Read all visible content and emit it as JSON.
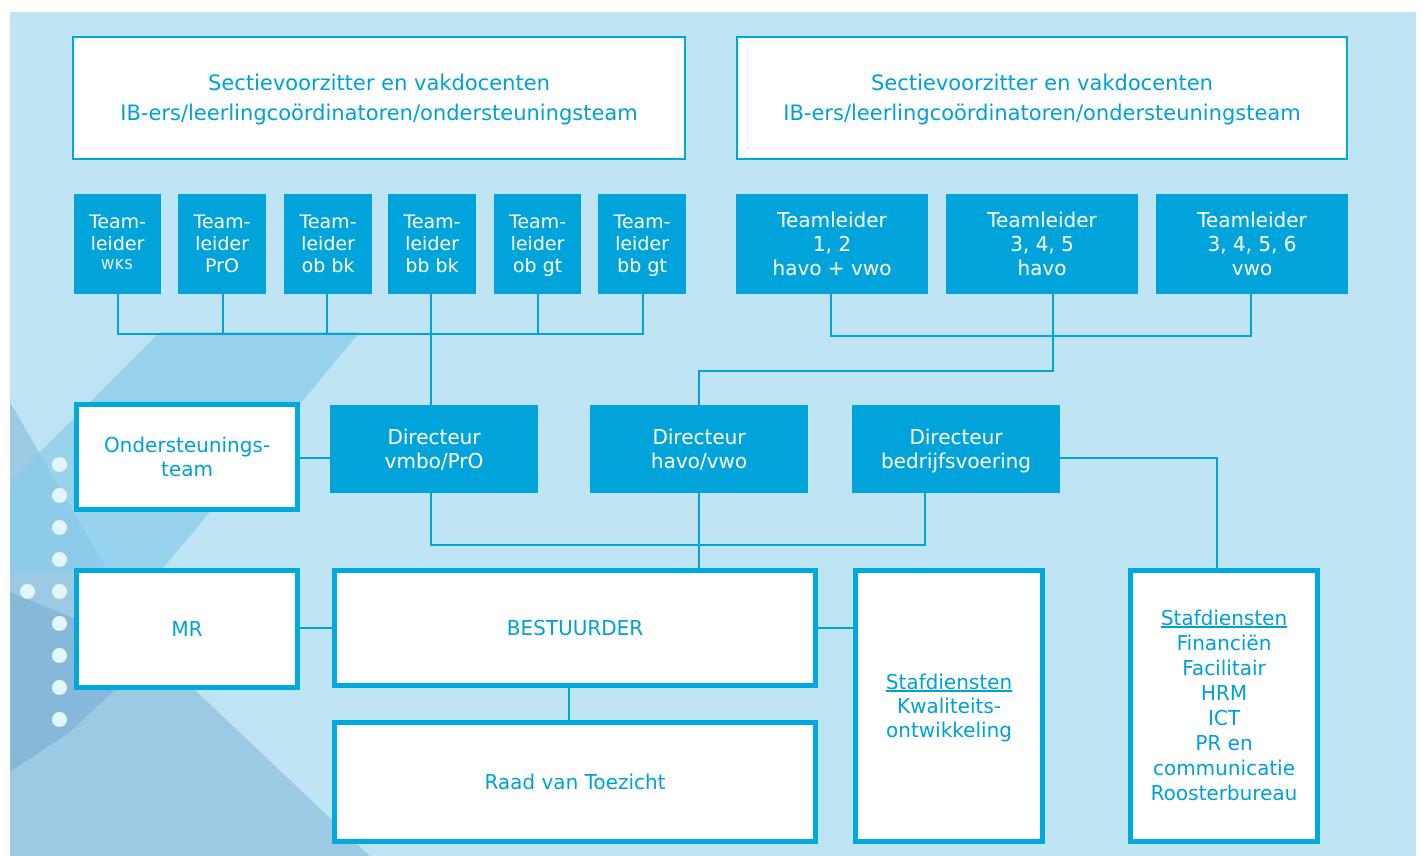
{
  "colors": {
    "background": "#bfe5f4",
    "box_blue": "#00a3da",
    "text_blue": "#00a0d8",
    "white": "#ffffff",
    "accent_green": "#8dc63f"
  },
  "top_boxes": [
    {
      "line1": "Sectievoorzitter en vakdocenten",
      "line2": "IB-ers/leerlingcoördinatoren/ondersteuningsteam"
    },
    {
      "line1": "Sectievoorzitter en vakdocenten",
      "line2": "IB-ers/leerlingcoördinatoren/ondersteuningsteam"
    }
  ],
  "teamleaders_left": [
    {
      "l1": "Team-",
      "l2": "leider",
      "l3": "WKS"
    },
    {
      "l1": "Team-",
      "l2": "leider",
      "l3": "PrO"
    },
    {
      "l1": "Team-",
      "l2": "leider",
      "l3": "ob bk"
    },
    {
      "l1": "Team-",
      "l2": "leider",
      "l3": "bb bk"
    },
    {
      "l1": "Team-",
      "l2": "leider",
      "l3": "ob gt"
    },
    {
      "l1": "Team-",
      "l2": "leider",
      "l3": "bb gt"
    }
  ],
  "teamleaders_right": [
    {
      "l1": "Teamleider",
      "l2": "1, 2",
      "l3": "havo + vwo"
    },
    {
      "l1": "Teamleider",
      "l2": "3, 4, 5",
      "l3": "havo"
    },
    {
      "l1": "Teamleider",
      "l2": "3, 4, 5, 6",
      "l3": "vwo"
    }
  ],
  "ondersteuningsteam": {
    "l1": "Ondersteunings-",
    "l2": "team"
  },
  "directors": [
    {
      "l1": "Directeur",
      "l2": "vmbo/PrO"
    },
    {
      "l1": "Directeur",
      "l2": "havo/vwo"
    },
    {
      "l1": "Directeur",
      "l2": "bedrijfsvoering"
    }
  ],
  "mr": "MR",
  "bestuurder": "BESTUURDER",
  "raad": "Raad van Toezicht",
  "stafdiensten_kwaliteit": {
    "title": "Stafdiensten",
    "l1": "Kwaliteits-",
    "l2": "ontwikkeling"
  },
  "stafdiensten_right": {
    "title": "Stafdiensten",
    "items": [
      "Financiën",
      "Facilitair",
      "HRM",
      "ICT",
      "PR en",
      "communicatie",
      "Roosterbureau"
    ]
  }
}
